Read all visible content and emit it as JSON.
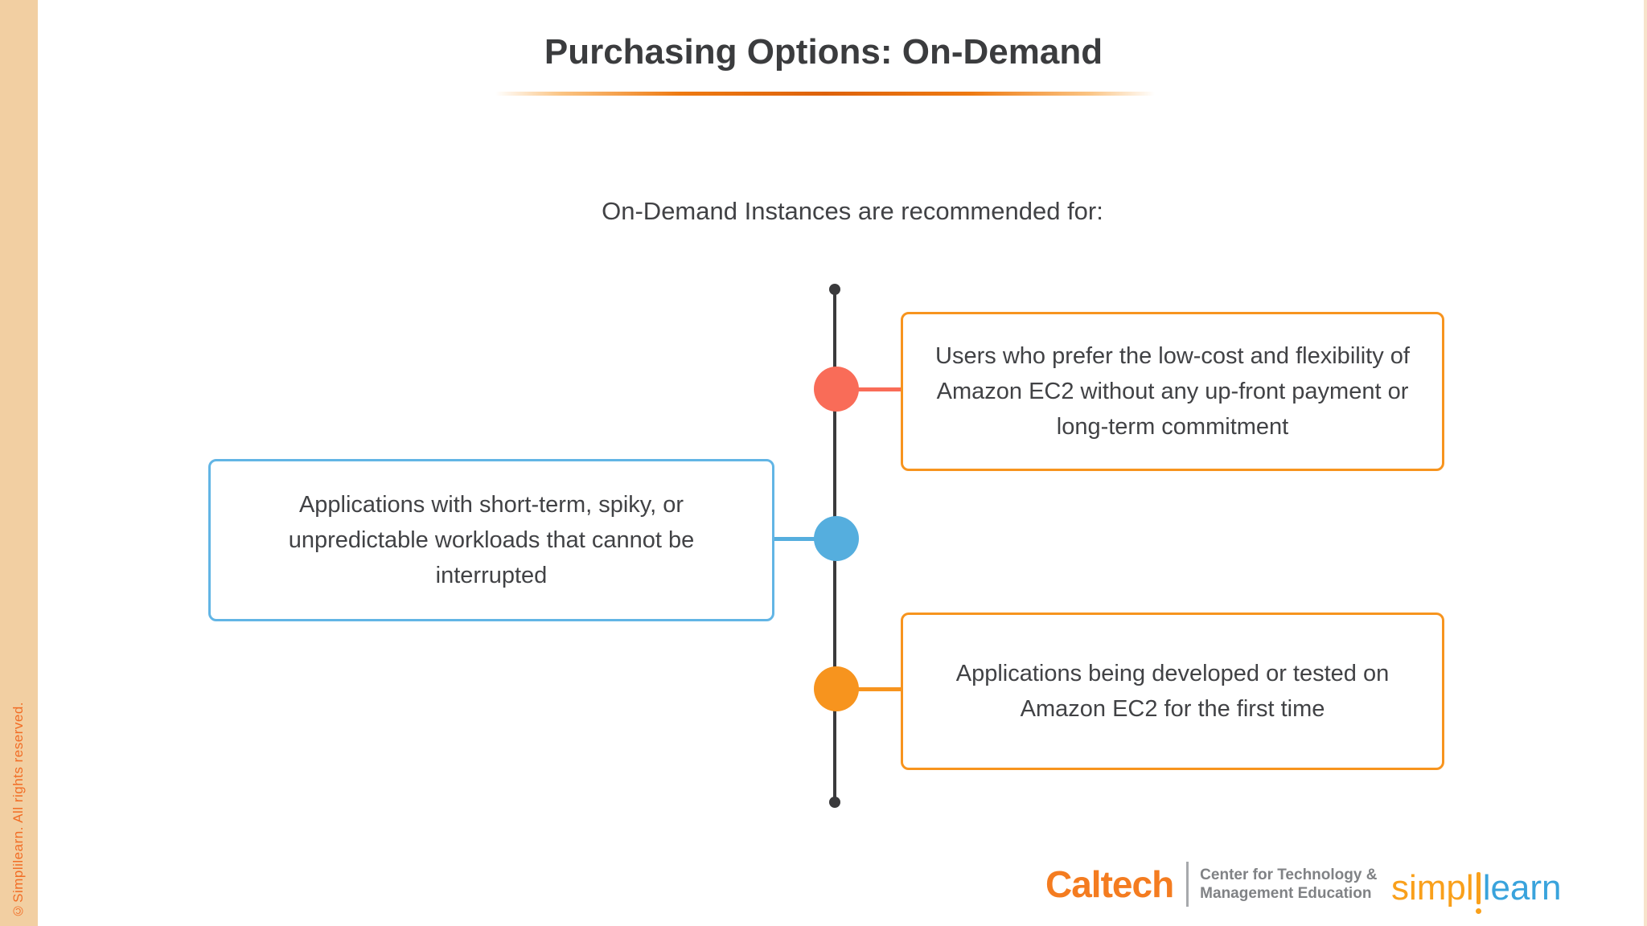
{
  "slide": {
    "title": "Purchasing Options: On-Demand",
    "subtitle": "On-Demand Instances are recommended for:",
    "watermark": "©Simplilearn. All rights reserved.",
    "colors": {
      "title_text": "#3B3C3E",
      "body_text": "#414245",
      "underline_orange": "#DD620C",
      "node_red": "#F96C58",
      "node_blue": "#55AEDE",
      "node_orange": "#F7941E",
      "box_border_orange": "#F7941E",
      "box_border_blue": "#62B5E5",
      "timeline_line": "#3A3A3C",
      "left_strip_bg": "#F2CFA2",
      "strip_text": "#F26D25"
    },
    "timeline": {
      "items": [
        {
          "node_color": "#F96C58",
          "side": "right",
          "text": "Users who prefer the low-cost and flexibility of Amazon EC2 without any up-front payment or long-term commitment"
        },
        {
          "node_color": "#55AEDE",
          "side": "left",
          "text": "Applications with short-term, spiky, or unpredictable workloads that cannot be interrupted"
        },
        {
          "node_color": "#F7941E",
          "side": "right",
          "text": "Applications being developed or tested on Amazon EC2 for the first time"
        }
      ]
    },
    "footer": {
      "caltech": {
        "wordmark": "Caltech",
        "line1": "Center for Technology &",
        "line2": "Management Education"
      },
      "simplilearn": {
        "part1": "simpl",
        "part2": "learn"
      }
    }
  }
}
